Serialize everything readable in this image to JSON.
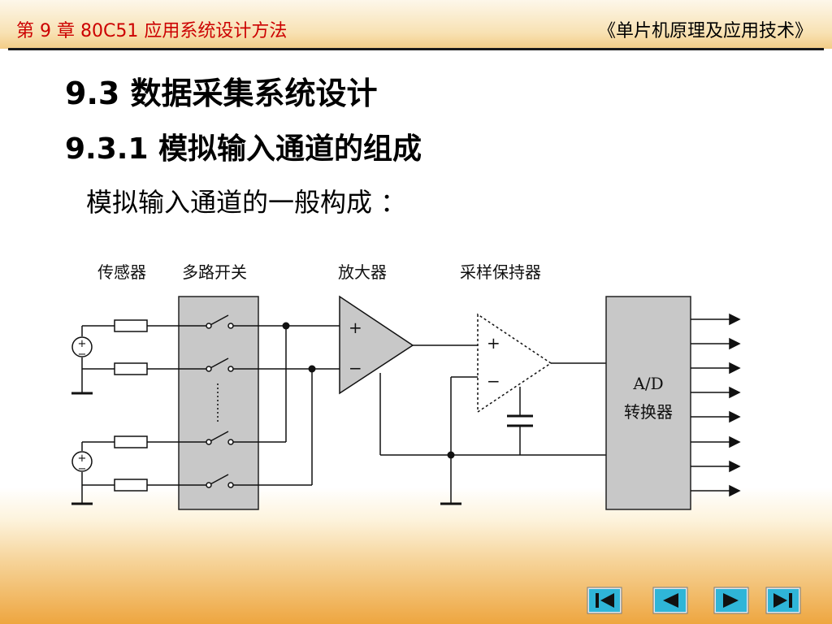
{
  "header": {
    "chapter": "第 9 章  80C51 应用系统设计方法",
    "book": "《单片机原理及应用技术》"
  },
  "content": {
    "section_title": "9.3  数据采集系统设计",
    "subsection_title": "9.3.1  模拟输入通道的组成",
    "description": "模拟输入通道的一般构成 ："
  },
  "diagram": {
    "labels": {
      "sensor": "传感器",
      "mux": "多路开关",
      "amp": "放大器",
      "sh": "采样保持器",
      "adc_line1": "A/D",
      "adc_line2": "转换器"
    },
    "amp_plus": "+",
    "amp_minus": "−",
    "sh_plus": "+",
    "sh_minus": "−",
    "source_plus": "+",
    "source_minus": "−"
  },
  "nav": {
    "first": "first-page",
    "prev": "previous-page",
    "next": "next-page",
    "last": "last-page"
  }
}
